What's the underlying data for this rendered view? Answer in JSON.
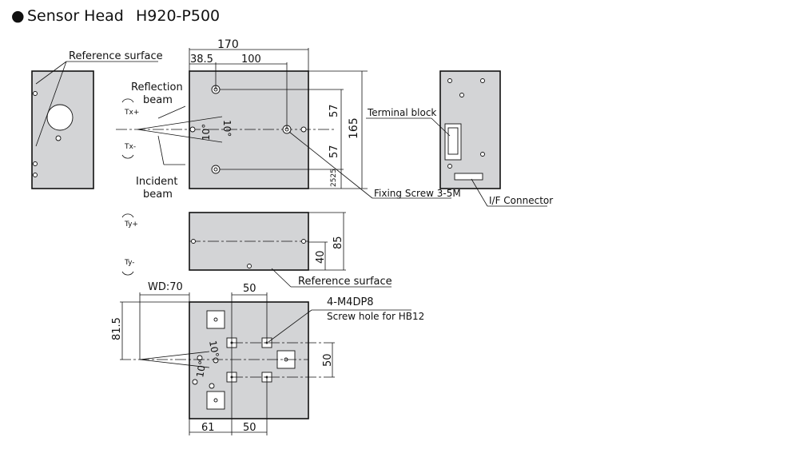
{
  "header": {
    "bullet": "●",
    "title": "Sensor Head",
    "model": "H920-P500"
  },
  "labels": {
    "reference_surface_top": "Reference surface",
    "reference_surface_bottom": "Reference surface",
    "reflection": "Reflection",
    "reflection_beam": "beam",
    "incident": "Incident",
    "incident_beam": "beam",
    "tx_plus": "Tx+",
    "tx_minus": "Tx-",
    "ty_plus": "Ty+",
    "ty_minus": "Ty-",
    "terminal_block": "Terminal block",
    "fixing_screw": "Fixing Screw 3-5M",
    "if_connector": "I/F Connector",
    "screw_hole_spec": "4-M4DP8",
    "screw_hole_desc": "Screw hole for HB12",
    "angle_deg": "10°"
  },
  "dimensions": {
    "width_total": "170",
    "offset_38_5": "38.5",
    "pitch_100": "100",
    "height_57_top": "57",
    "height_57_bottom": "57",
    "height_165": "165",
    "small_2525": "2525",
    "depth_85": "85",
    "depth_40": "40",
    "wd": "WD:70",
    "pitch_50_top": "50",
    "offset_81_5": "81.5",
    "pitch_50_side": "50",
    "offset_61": "61",
    "pitch_50_bottom": "50"
  }
}
